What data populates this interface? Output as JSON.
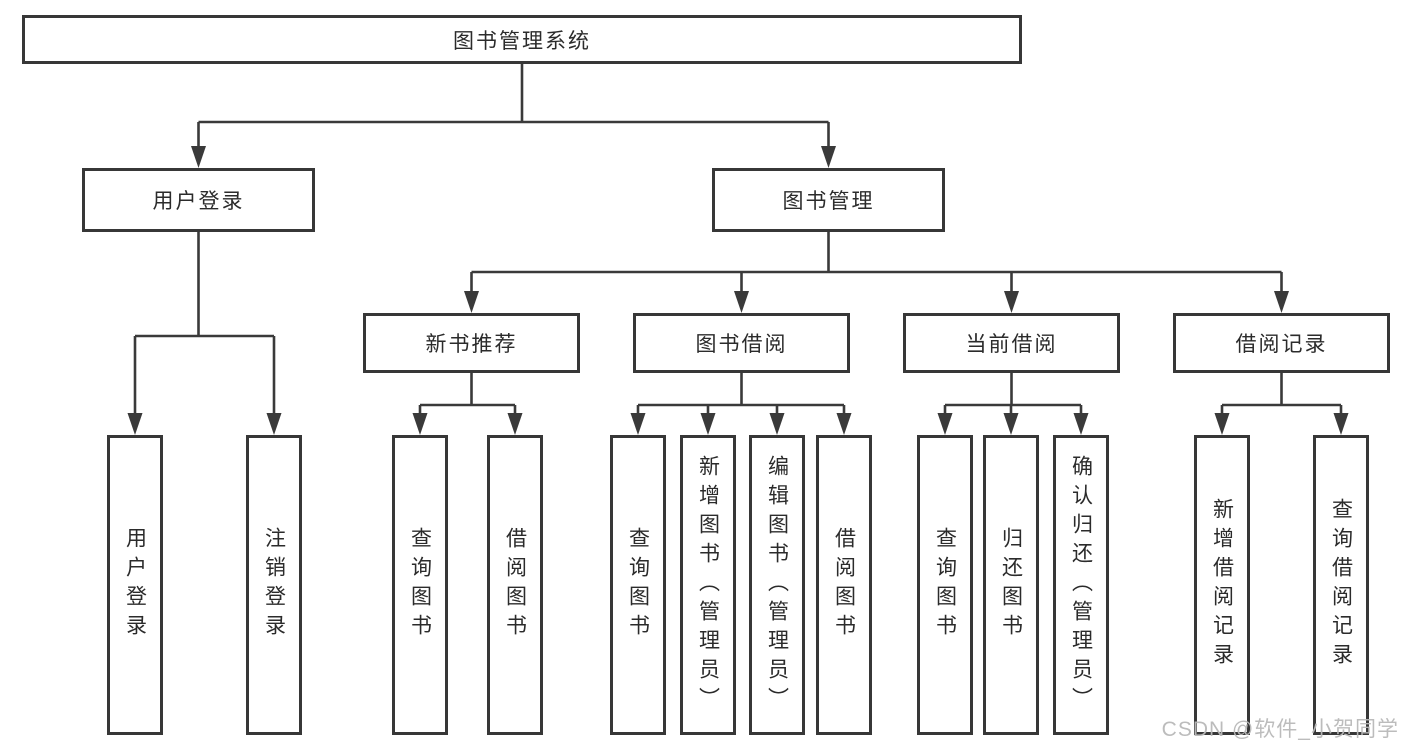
{
  "diagram": {
    "root": {
      "label": "图书管理系统"
    },
    "branches": [
      {
        "id": "user-login",
        "label": "用户登录",
        "children": [
          {
            "id": "leaf-user-login",
            "label": "用户登录"
          },
          {
            "id": "leaf-logout",
            "label": "注销登录"
          }
        ]
      },
      {
        "id": "book-management",
        "label": "图书管理",
        "children": [
          {
            "id": "new-book-recommend",
            "label": "新书推荐",
            "children": [
              {
                "id": "recommend-query-books",
                "label": "查询图书"
              },
              {
                "id": "recommend-borrow-books",
                "label": "借阅图书"
              }
            ]
          },
          {
            "id": "book-borrow",
            "label": "图书借阅",
            "children": [
              {
                "id": "borrow-query-books",
                "label": "查询图书"
              },
              {
                "id": "borrow-add-books-admin",
                "label": "新增图书（管理员）"
              },
              {
                "id": "borrow-edit-books-admin",
                "label": "编辑图书（管理员）"
              },
              {
                "id": "borrow-borrow-books",
                "label": "借阅图书"
              }
            ]
          },
          {
            "id": "current-borrow",
            "label": "当前借阅",
            "children": [
              {
                "id": "current-query-books",
                "label": "查询图书"
              },
              {
                "id": "current-return-books",
                "label": "归还图书"
              },
              {
                "id": "current-confirm-return-admin",
                "label": "确认归还（管理员）"
              }
            ]
          },
          {
            "id": "borrow-records",
            "label": "借阅记录",
            "children": [
              {
                "id": "records-add-record",
                "label": "新增借阅记录"
              },
              {
                "id": "records-query-record",
                "label": "查询借阅记录"
              }
            ]
          }
        ]
      }
    ]
  },
  "watermark": {
    "text": "CSDN @软件_小贺同学",
    "color": "#b9b9b9"
  },
  "colors": {
    "line": "#3a3a3a",
    "box_border": "#373737",
    "text": "#2b2b2b",
    "background": "#ffffff"
  }
}
